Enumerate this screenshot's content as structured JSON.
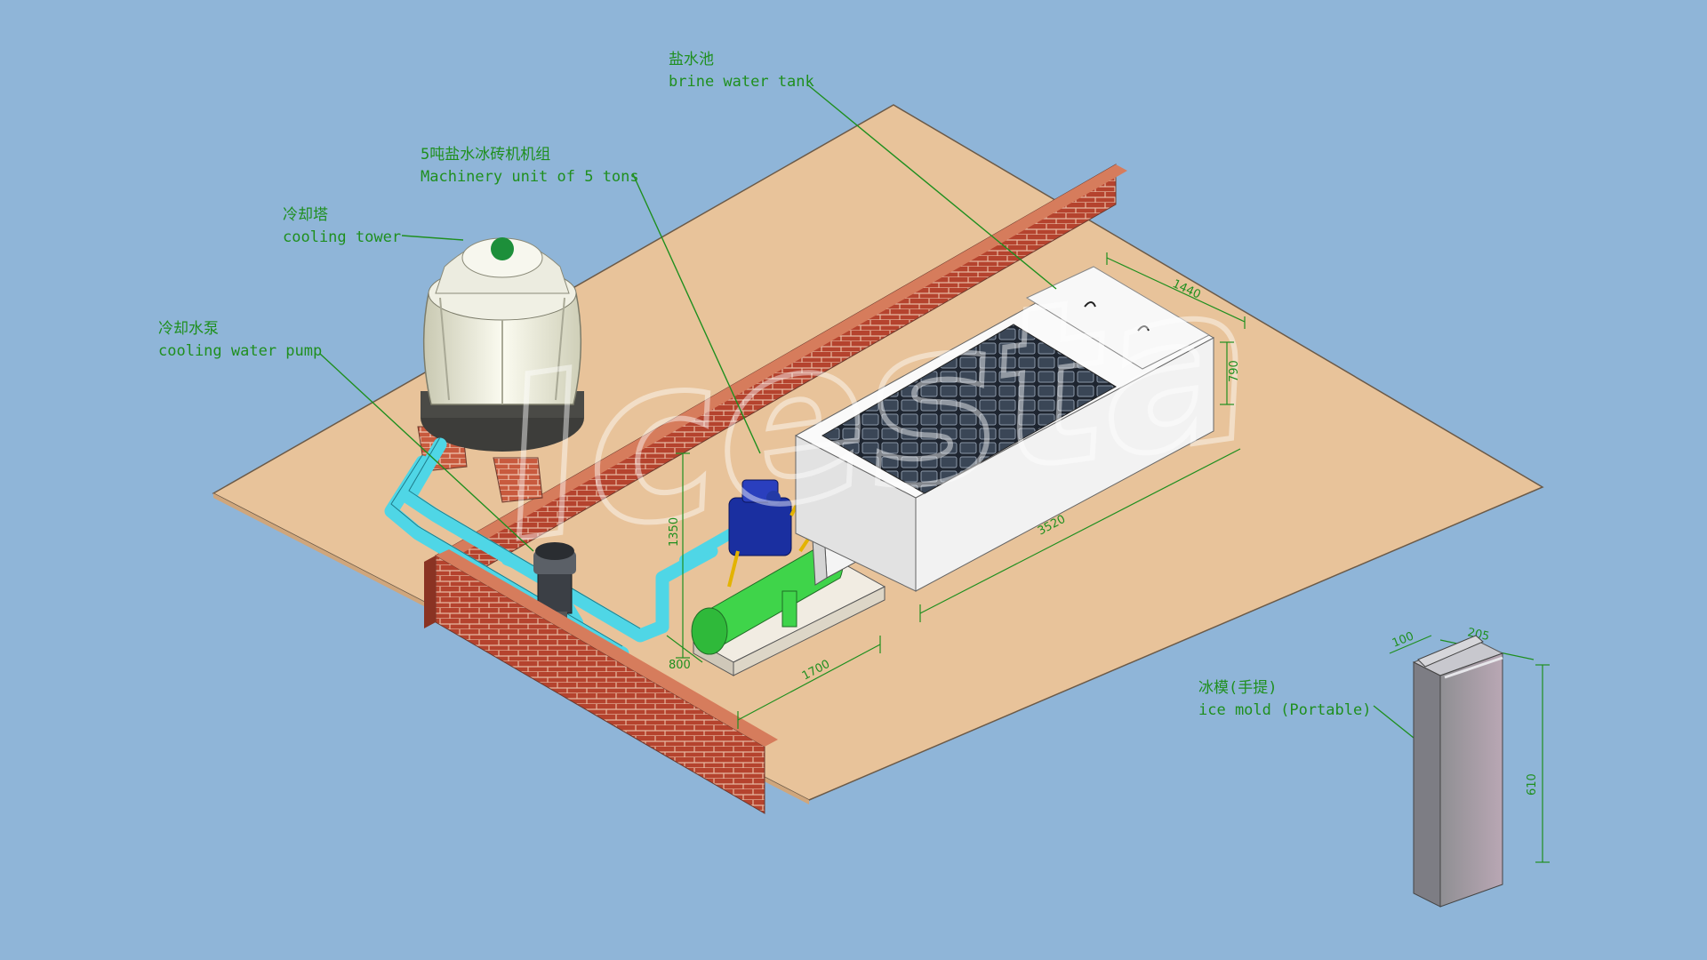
{
  "labels": {
    "brine_tank": {
      "zh": "盐水池",
      "en": "brine water tank"
    },
    "machinery": {
      "zh": "5吨盐水冰砖机机组",
      "en": "Machinery unit of 5 tons"
    },
    "cooling_tower": {
      "zh": "冷却塔",
      "en": "cooling tower"
    },
    "cooling_pump": {
      "zh": "冷却水泵",
      "en": "cooling water pump"
    },
    "ice_mold": {
      "zh": "冰模(手提)",
      "en": "ice mold (Portable)"
    }
  },
  "dimensions": {
    "tank_width": "1440",
    "tank_height": "790",
    "tank_length": "3520",
    "unit_height": "1350",
    "unit_length": "1700",
    "unit_width": "800",
    "mold_depth": "100",
    "mold_width": "205",
    "mold_height": "610"
  },
  "colors": {
    "background": "#8fb5d8",
    "floor": "#e8c39a",
    "brick": "#b5432e",
    "pipe": "#4fd6e6",
    "label": "#1f8f1f",
    "compressor": "#1a2fa0",
    "condenser": "#3fd44a"
  }
}
